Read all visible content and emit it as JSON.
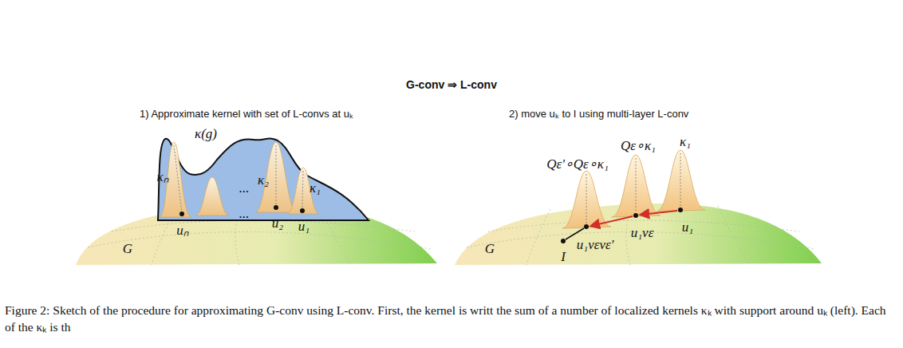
{
  "diagram": {
    "title": "G-conv ⇒ L-conv",
    "caption": "Figure 2: Sketch of the procedure for approximating G-conv using L-conv. First, the kernel is writt the sum of a number of localized kernels κₖ with support around uₖ (left). Each of the κₖ is th",
    "labels": [
      "1) Approximate kernel with set of L-convs at uₖ",
      "2) move uₖ to I using multi-layer L-conv",
      "κ(g)",
      "κₙ",
      "...",
      "κ₂",
      "κ₁",
      "uₙ",
      "...",
      "u₂",
      "u₁",
      "G",
      "Qε'∘Qε∘κ₁",
      "Qε∘κ₁",
      "κ₁",
      "u₁vεvε'",
      "u₁vε",
      "u₁",
      "I",
      "G"
    ]
  }
}
